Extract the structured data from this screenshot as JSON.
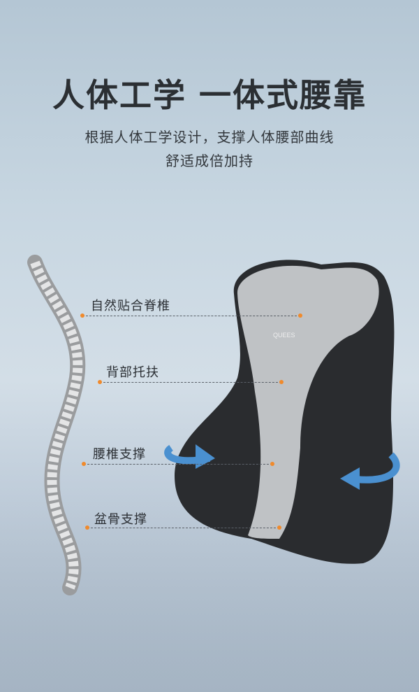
{
  "title": "人体工学 一体式腰靠",
  "subtitle_line1": "根据人体工学设计，支撑人体腰部曲线",
  "subtitle_line2": "舒适成倍加持",
  "brand_logo": "QUEES",
  "callouts": [
    {
      "label": "自然贴合脊椎"
    },
    {
      "label": "背部托扶"
    },
    {
      "label": "腰椎支撑"
    },
    {
      "label": "盆骨支撑"
    }
  ],
  "colors": {
    "accent_dot": "#f08a2c",
    "arrow": "#4a90d0",
    "cushion_dark": "#2a2c2f",
    "cushion_light": "#bfc2c5"
  }
}
